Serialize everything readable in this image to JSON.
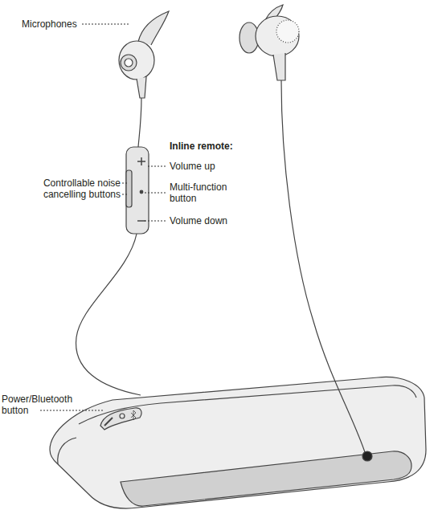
{
  "diagram": {
    "labels": [
      "Microphones",
      "Inline remote:",
      "Volume up",
      "Controllable noise cancelling buttons",
      "Multi-function button",
      "Volume down",
      "Power/Bluetooth button"
    ]
  }
}
